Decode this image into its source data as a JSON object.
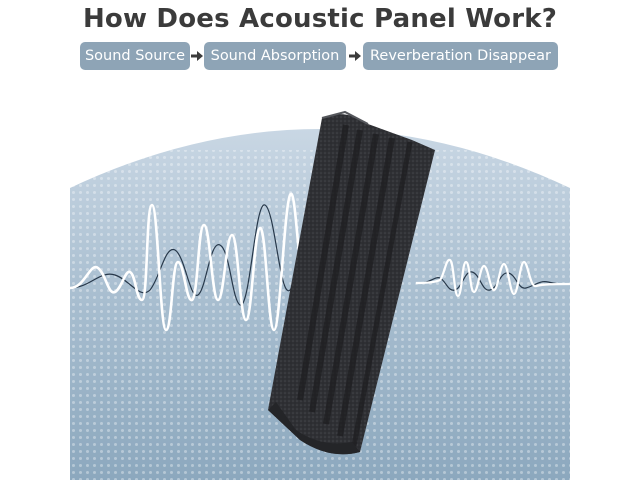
{
  "title": "How Does Acoustic Panel Work?",
  "steps": [
    {
      "label": "Sound Source"
    },
    {
      "label": "Sound Absorption"
    },
    {
      "label": "Reverberation Disappear"
    }
  ],
  "colors": {
    "title": "#3b3b3b",
    "pill": "#8ea4b6",
    "background_gradient_top": "#c9d7e4",
    "background_gradient_bottom": "#8ca8be",
    "foam": "#2e2f33",
    "wave_white": "#ffffff",
    "wave_dark": "#27384a"
  },
  "icons": [
    "arrow-right-icon",
    "acoustic-foam-panel",
    "sound-wave"
  ]
}
